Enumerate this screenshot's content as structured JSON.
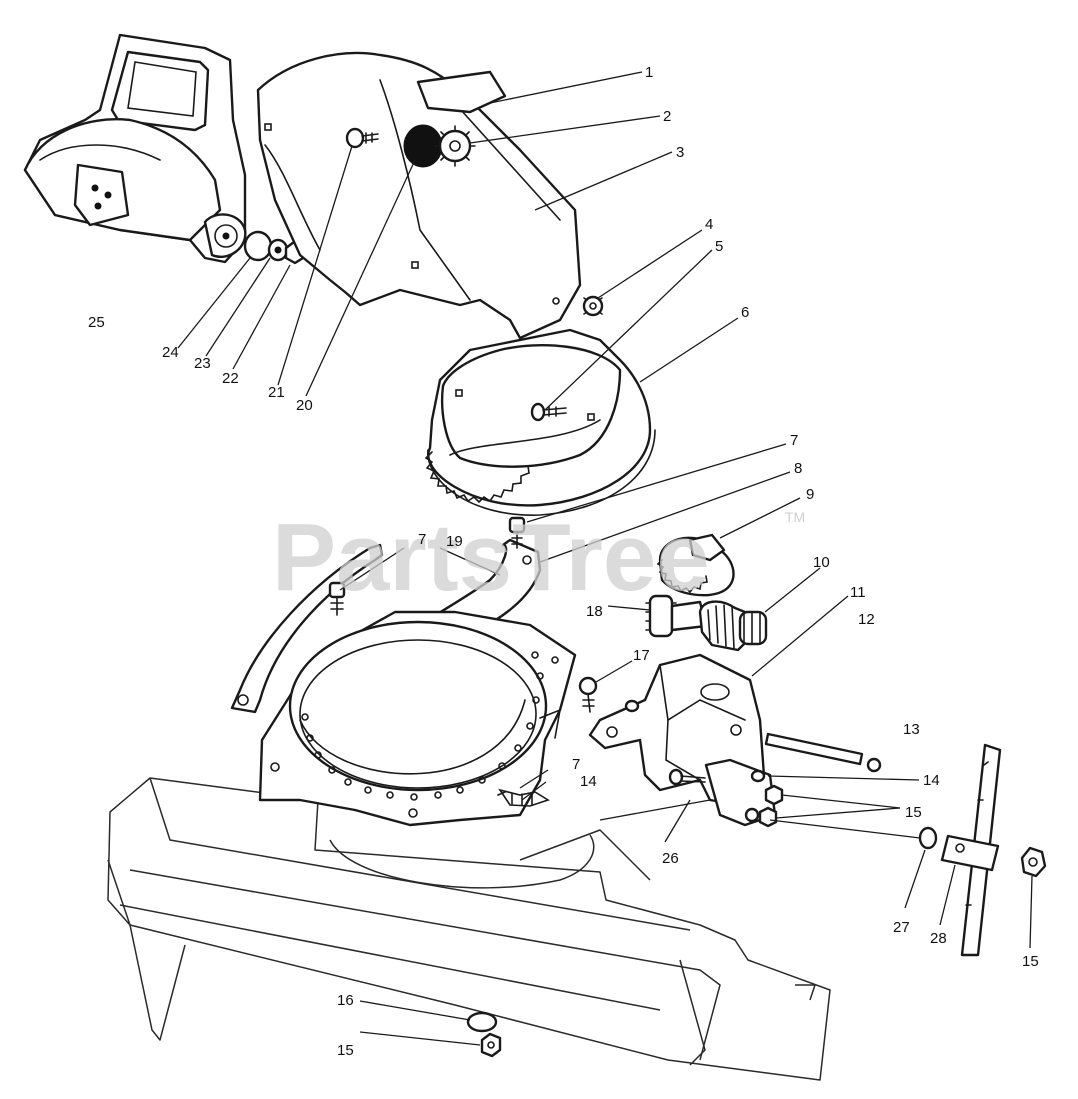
{
  "watermark": {
    "text": "PartsTree",
    "mark": "TM"
  },
  "callouts": [
    {
      "id": "c1",
      "label": "1"
    },
    {
      "id": "c2",
      "label": "2"
    },
    {
      "id": "c3",
      "label": "3"
    },
    {
      "id": "c4",
      "label": "4"
    },
    {
      "id": "c5",
      "label": "5"
    },
    {
      "id": "c6",
      "label": "6"
    },
    {
      "id": "c7a",
      "label": "7"
    },
    {
      "id": "c8",
      "label": "8"
    },
    {
      "id": "c9",
      "label": "9"
    },
    {
      "id": "c10",
      "label": "10"
    },
    {
      "id": "c11",
      "label": "11"
    },
    {
      "id": "c12",
      "label": "12"
    },
    {
      "id": "c13",
      "label": "13"
    },
    {
      "id": "c14a",
      "label": "14"
    },
    {
      "id": "c15a",
      "label": "15"
    },
    {
      "id": "c15b",
      "label": "15"
    },
    {
      "id": "c15c",
      "label": "15"
    },
    {
      "id": "c16",
      "label": "16"
    },
    {
      "id": "c17",
      "label": "17"
    },
    {
      "id": "c18",
      "label": "18"
    },
    {
      "id": "c7b",
      "label": "7"
    },
    {
      "id": "c19",
      "label": "19"
    },
    {
      "id": "c20",
      "label": "20"
    },
    {
      "id": "c21",
      "label": "21"
    },
    {
      "id": "c22",
      "label": "22"
    },
    {
      "id": "c23",
      "label": "23"
    },
    {
      "id": "c24",
      "label": "24"
    },
    {
      "id": "c25",
      "label": "25"
    },
    {
      "id": "c26",
      "label": "26"
    },
    {
      "id": "c27",
      "label": "27"
    },
    {
      "id": "c28",
      "label": "28"
    },
    {
      "id": "c7c",
      "label": "7"
    },
    {
      "id": "c14b",
      "label": "14"
    }
  ]
}
